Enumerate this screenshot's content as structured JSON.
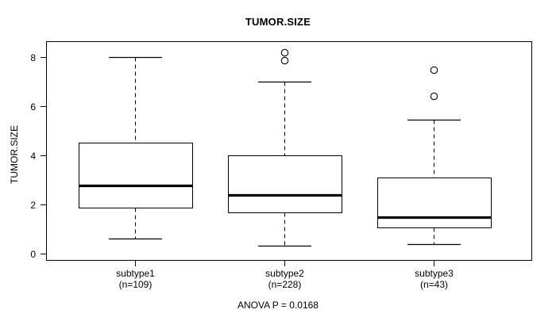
{
  "chart_data": {
    "type": "box",
    "title": "TUMOR.SIZE",
    "xlabel": "",
    "ylabel": "TUMOR.SIZE",
    "ylim": [
      0,
      8.5
    ],
    "yticks": [
      0,
      2,
      4,
      6,
      8
    ],
    "ytick_labels": [
      "0",
      "2",
      "4",
      "6",
      "8"
    ],
    "grid": false,
    "legend": "none",
    "annotation": "ANOVA P = 0.0168",
    "categories": [
      "subtype1",
      "subtype2",
      "subtype3"
    ],
    "category_counts": [
      "(n=109)",
      "(n=228)",
      "(n=43)"
    ],
    "boxes": [
      {
        "name": "subtype1",
        "n": 109,
        "lower_whisker": 0.6,
        "q1": 2.0,
        "median": 2.9,
        "q3": 4.5,
        "upper_whisker": 8.0,
        "outliers": []
      },
      {
        "name": "subtype2",
        "n": 228,
        "lower_whisker": 0.3,
        "q1": 1.7,
        "median": 2.5,
        "q3": 4.0,
        "upper_whisker": 7.0,
        "outliers": [
          8.2,
          7.9
        ]
      },
      {
        "name": "subtype3",
        "n": 43,
        "lower_whisker": 0.5,
        "q1": 1.2,
        "median": 1.6,
        "q3": 3.2,
        "upper_whisker": 5.5,
        "outliers": [
          7.5,
          6.4
        ]
      }
    ]
  },
  "style": {
    "axis_color": "#000000",
    "box_fill": "#ffffff",
    "box_stroke": "#000000",
    "median_color": "#000000",
    "outlier_stroke": "#000000",
    "background": "#ffffff"
  },
  "labels": {
    "title": "TUMOR.SIZE",
    "y_axis_title": "TUMOR.SIZE",
    "anova": "ANOVA P = 0.0168",
    "tick_0": "0",
    "tick_2": "2",
    "tick_4": "4",
    "tick_6": "6",
    "tick_8": "8",
    "cat_1_name": "subtype1",
    "cat_1_n": "(n=109)",
    "cat_2_name": "subtype2",
    "cat_2_n": "(n=228)",
    "cat_3_name": "subtype3",
    "cat_3_n": "(n=43)"
  }
}
